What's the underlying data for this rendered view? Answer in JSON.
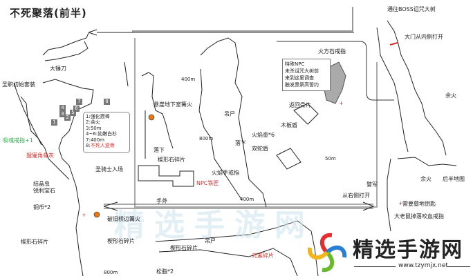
{
  "title": "不死聚落(前半)",
  "watermark": "精选手游网",
  "legend": {
    "items": [
      {
        "num": "1:",
        "text": "强化攒棒"
      },
      {
        "num": "2:",
        "text": "余火"
      },
      {
        "num": "3:",
        "text": "50m"
      },
      {
        "num": "4~6:",
        "text": "幼嫩白杉"
      },
      {
        "num": "7:",
        "text": "400m"
      },
      {
        "num": "8:",
        "text": "不死人遗骨"
      }
    ]
  },
  "npc_box": {
    "heading": "特殊NPC",
    "lines": [
      "未杀诅咒大树前",
      "来到这里调查",
      "触发黑祭高誓约"
    ]
  },
  "labels": {
    "great_axe": "大锤刀",
    "initial_set": "圣职初始套装",
    "pendant": "吸魂戒指+1",
    "wolf_armor": "狸獾角骨灰",
    "knight_entry": "圣骑士入场",
    "crystal_lizard": "结晶虫\n锐利宝石",
    "copper_coin": "铜币*2",
    "frag_left": "楔形石碎片",
    "bonfire_bridge": "破旧桥边篝火",
    "frag_center": "楔形石碎片",
    "bonfire_underground": "悬崖地下室篝火",
    "drop1": "落下",
    "frag_mid": "楔形石碎片",
    "npc_smith": "NPC铁匠",
    "hand_axe": "手斧",
    "fire_ring": "火焰手戒指",
    "dist_400_a": "400m",
    "dist_400_b": "400m",
    "dist_800": "800m",
    "dist_50": "50m",
    "hanging": "吊尸",
    "drop2": "落下",
    "firebomb": "火焰壶*6",
    "twin_shield": "双蛇盾",
    "wood_shield": "木板盾",
    "return_bone": "返回骨片",
    "fire_ring_top": "火方石戒指",
    "boss_tree": "通往BOSS诅咒大树",
    "gate_open": "大门从内侧打开",
    "ember_1": "余火",
    "ember_2": "余火",
    "second_half": "后半地图",
    "guard": "警军",
    "right_open": "从右侧打开",
    "key": "需要墓地钥匙",
    "rat_ring": "大老鼠掉落咬血戒指",
    "bottom_hanging": "吊尸",
    "bottom_frag": "楔形石碎片",
    "element_frag": "元素碎片",
    "pine_resin": "松脂*2",
    "dist_800_bottom": "800m"
  },
  "badges": [
    "1",
    "2",
    "3",
    "4",
    "5",
    "6",
    "7",
    "8"
  ],
  "brand": {
    "name": "精选手游网",
    "url": "www.tzymjx.net"
  },
  "colors": {
    "bonfire": "#e07a1e",
    "red_text": "#d0302a",
    "green_text": "#2fb34a",
    "line": "#222222"
  }
}
